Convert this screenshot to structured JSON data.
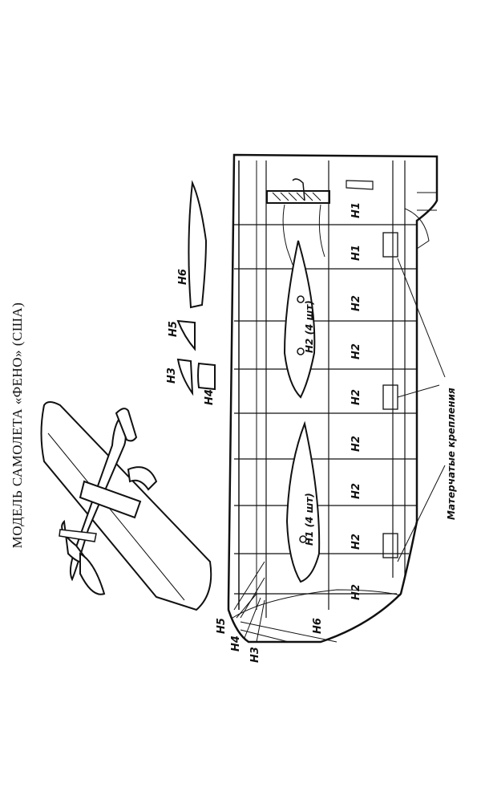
{
  "title": "МОДЕЛЬ САМОЛЕТА «ФЕНО» (США)",
  "icons": {
    "model": "airplane-sketch-icon"
  },
  "labels": {
    "h1": "Н1",
    "h2": "Н2",
    "h3": "Н3",
    "h4": "Н4",
    "h5": "Н5",
    "h6": "Н6",
    "h1_qty": "Н1 (4 шт)",
    "h2_qty": "Н2 (4 шт)",
    "fabric_hinges": "Матерчатые крепления"
  },
  "colors": {
    "ink": "#111111",
    "paper": "#ffffff"
  }
}
